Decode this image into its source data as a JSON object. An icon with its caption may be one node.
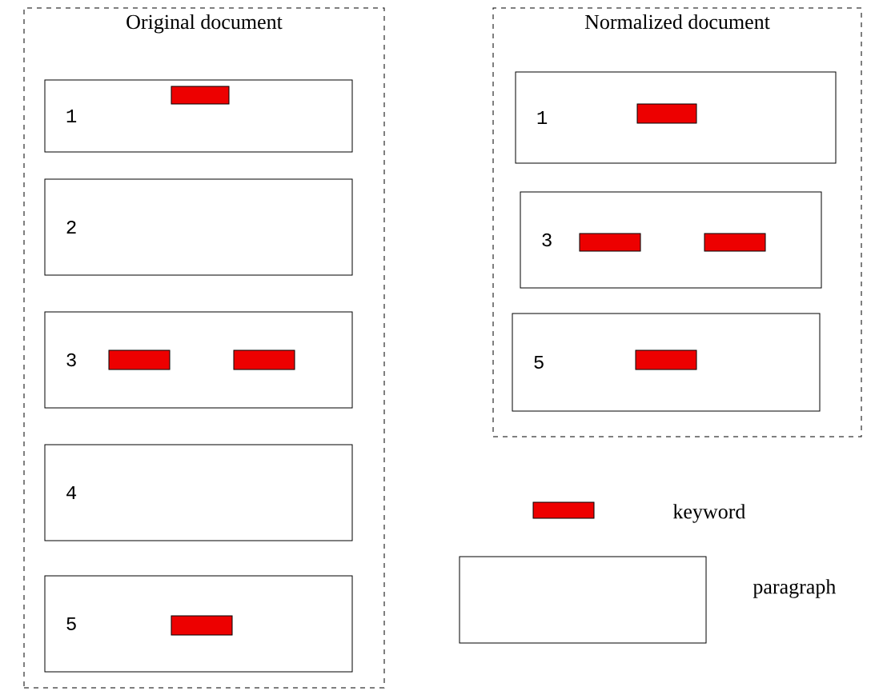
{
  "diagram": {
    "nodes": [
      {
        "text": [
          "Original document"
        ]
      },
      {
        "text": [
          "1"
        ],
        "in": 0
      },
      {
        "text": [],
        "shape": "bar",
        "in": 1
      },
      {
        "text": [
          "2"
        ],
        "in": 0
      },
      {
        "text": [
          "3"
        ],
        "in": 0
      },
      {
        "text": [],
        "shape": "bar",
        "in": 4
      },
      {
        "text": [],
        "shape": "bar",
        "in": 4
      },
      {
        "text": [
          "4"
        ],
        "in": 0
      },
      {
        "text": [
          "5"
        ],
        "in": 0
      },
      {
        "text": [],
        "shape": "bar",
        "in": 8
      },
      {
        "text": [
          "Normalized document"
        ]
      },
      {
        "text": [
          "1"
        ],
        "in": 10
      },
      {
        "text": [],
        "shape": "bar",
        "in": 11
      },
      {
        "text": [
          "3"
        ],
        "in": 10
      },
      {
        "text": [],
        "shape": "bar",
        "in": 13
      },
      {
        "text": [],
        "shape": "bar",
        "in": 13
      },
      {
        "text": [
          "5"
        ],
        "in": 10
      },
      {
        "text": [],
        "shape": "bar",
        "in": 16
      }
    ],
    "legend": [
      {
        "text": "keyword",
        "color": "#ee0000"
      },
      {
        "text": "paragraph"
      }
    ]
  }
}
